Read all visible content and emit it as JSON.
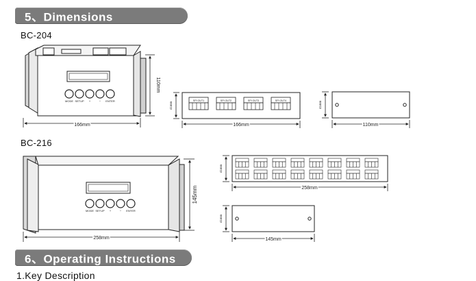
{
  "sections": {
    "dimensions_title": "5、Dimensions",
    "operating_title": "6、Operating Instructions",
    "key_description": "1.Key Description"
  },
  "models": {
    "bc204": {
      "name": "BC-204",
      "front_width": "166mm",
      "front_height": "110mm",
      "side_height": "41mm",
      "side_width": "166mm",
      "back_width": "110mm",
      "back_height": "41mm",
      "ports": [
        "SPI OUT1",
        "SPI OUT2",
        "SPI OUT3",
        "SPI OUT4"
      ]
    },
    "bc216": {
      "name": "BC-216",
      "front_width": "258mm",
      "front_height": "145mm",
      "side_height": "41mm",
      "side_width": "258mm",
      "back_width": "145mm",
      "back_height": "41mm"
    }
  },
  "keys": [
    "MODE",
    "SETUP",
    "+",
    "−",
    "ENTER"
  ],
  "colors": {
    "banner": "#7b7b7b",
    "line": "#222222"
  }
}
